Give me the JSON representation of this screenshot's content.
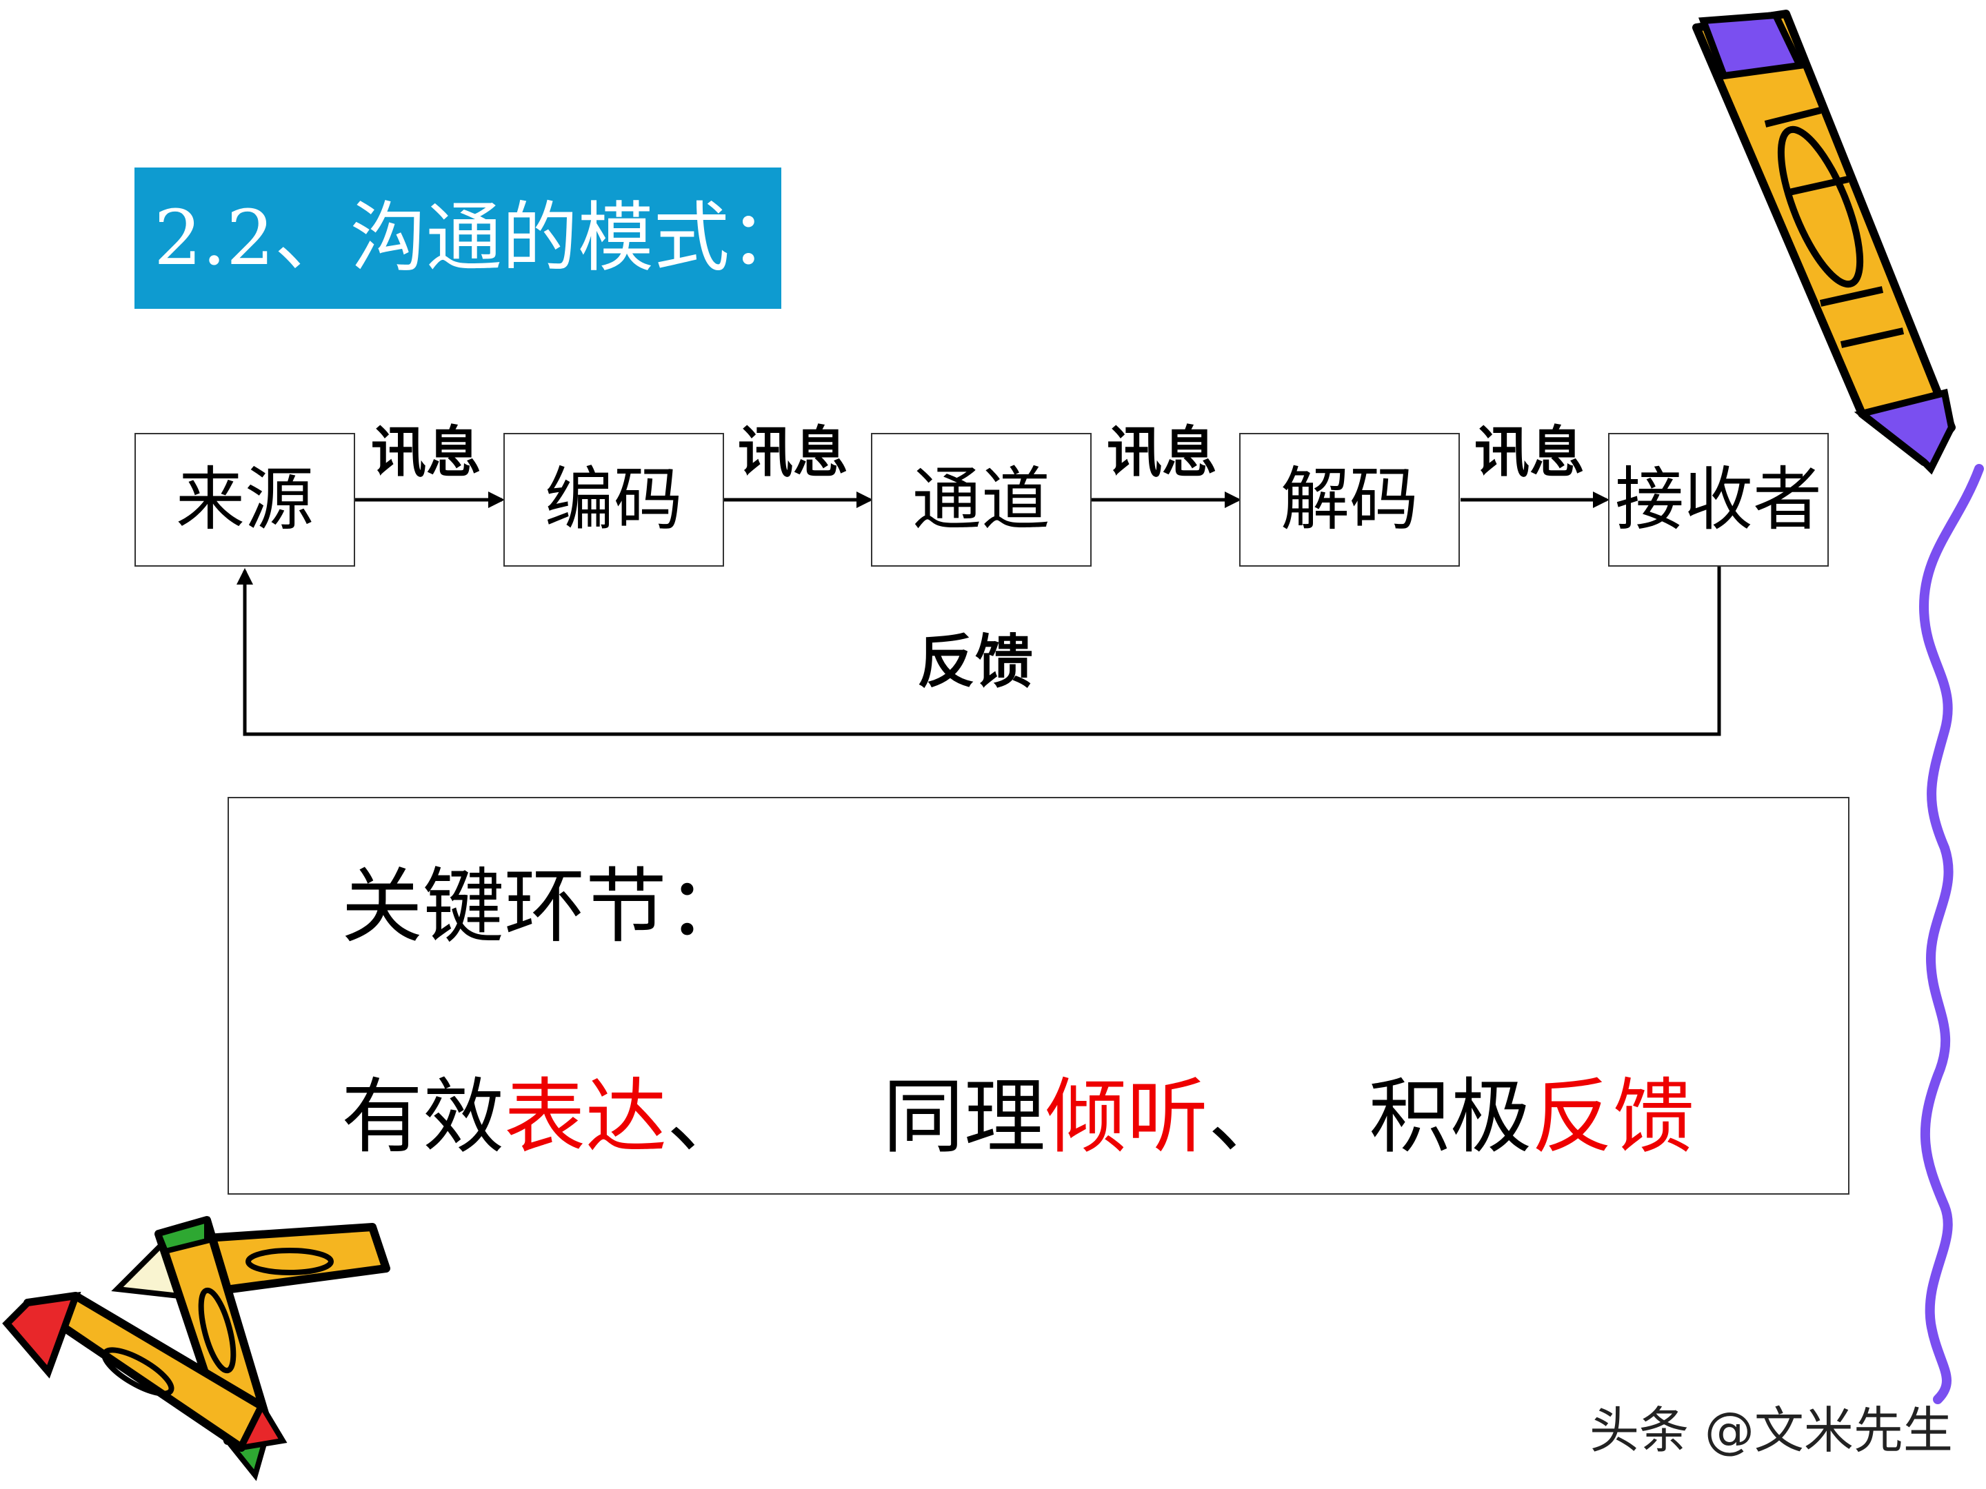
{
  "title": "2.2、沟通的模式：",
  "flow": {
    "nodes": [
      "来源",
      "编码",
      "通道",
      "解码",
      "接收者"
    ],
    "edge_labels": [
      "讯息",
      "讯息",
      "讯息",
      "讯息"
    ],
    "feedback_label": "反馈"
  },
  "key_points": {
    "title": "关键环节：",
    "items": [
      {
        "plain": "有效",
        "highlight": "表达",
        "sep": "、"
      },
      {
        "plain": "同理",
        "highlight": "倾听",
        "sep": "、"
      },
      {
        "plain": "积极",
        "highlight": "反馈",
        "sep": ""
      }
    ]
  },
  "watermark": "头条 @文米先生",
  "colors": {
    "banner": "#0e9bd0",
    "highlight": "#ee0000",
    "crayon_yellow": "#f5b520",
    "crayon_purple": "#7a4ff0",
    "squiggle": "#7a4ff0"
  }
}
